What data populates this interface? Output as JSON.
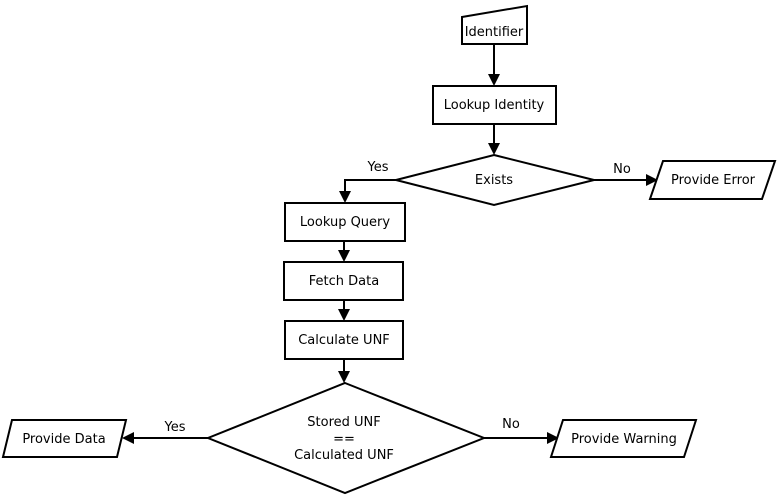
{
  "nodes": {
    "identifier": "Identifier",
    "lookup_identity": "Lookup Identity",
    "exists": "Exists",
    "provide_error": "Provide Error",
    "lookup_query": "Lookup Query",
    "fetch_data": "Fetch Data",
    "calculate_unf": "Calculate UNF",
    "unf_check": [
      "Stored UNF",
      "==",
      "Calculated UNF"
    ],
    "provide_data": "Provide Data",
    "provide_warning": "Provide Warning"
  },
  "edges": {
    "exists_yes": "Yes",
    "exists_no": "No",
    "unf_yes": "Yes",
    "unf_no": "No"
  }
}
